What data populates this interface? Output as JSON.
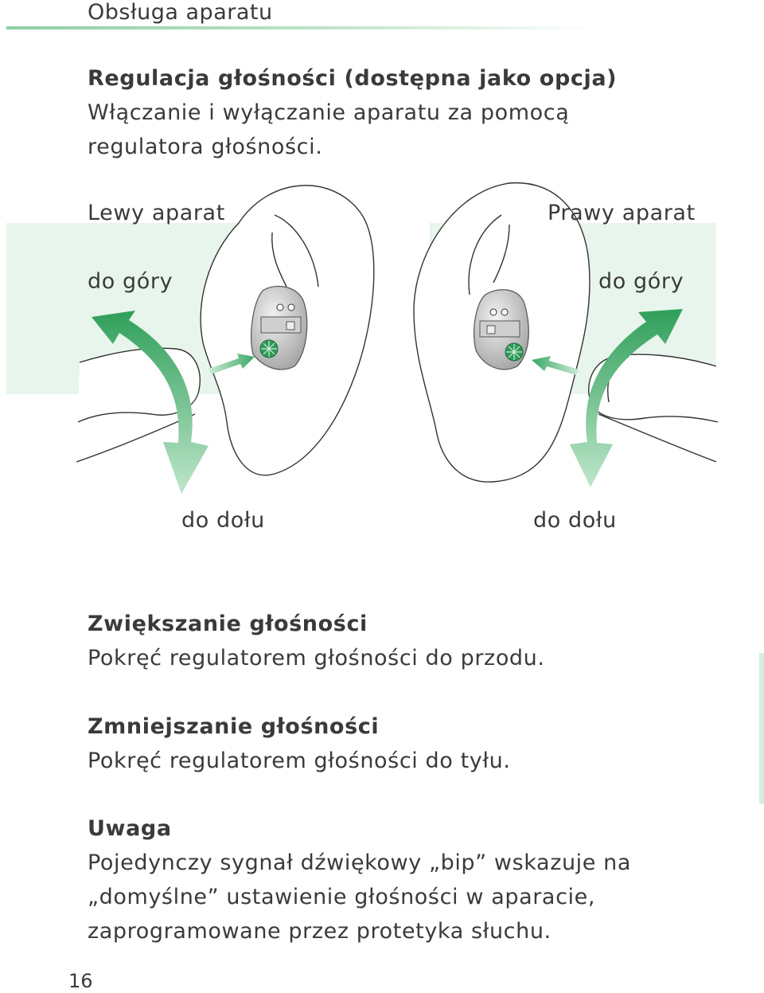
{
  "header": {
    "title": "Obsługa aparatu"
  },
  "intro": {
    "heading": "Regulacja głośności (dostępna jako opcja)",
    "line1": "Włączanie i wyłączanie aparatu za pomocą",
    "line2": "regulatora głośności."
  },
  "figure": {
    "left_device_label": "Lewy aparat",
    "right_device_label": "Prawy aparat",
    "left_up": "do góry",
    "right_up": "do góry",
    "left_down": "do dołu",
    "right_down": "do dołu",
    "colors": {
      "arrow": "#3aa864",
      "band": "#e8f5ec",
      "device": "#b9b9b9",
      "wheel": "#2e9a57"
    }
  },
  "increase": {
    "heading": "Zwiększanie głośności",
    "text": "Pokręć regulatorem głośności do przodu."
  },
  "decrease": {
    "heading": "Zmniejszanie głośności",
    "text": "Pokręć regulatorem głośności do tyłu."
  },
  "note": {
    "heading": "Uwaga",
    "line1": "Pojedynczy sygnał dźwiękowy „bip” wskazuje na",
    "line2": "„domyślne” ustawienie głośności w aparacie,",
    "line3": "zaprogramowane przez protetyka słuchu."
  },
  "page": {
    "number": "16"
  }
}
